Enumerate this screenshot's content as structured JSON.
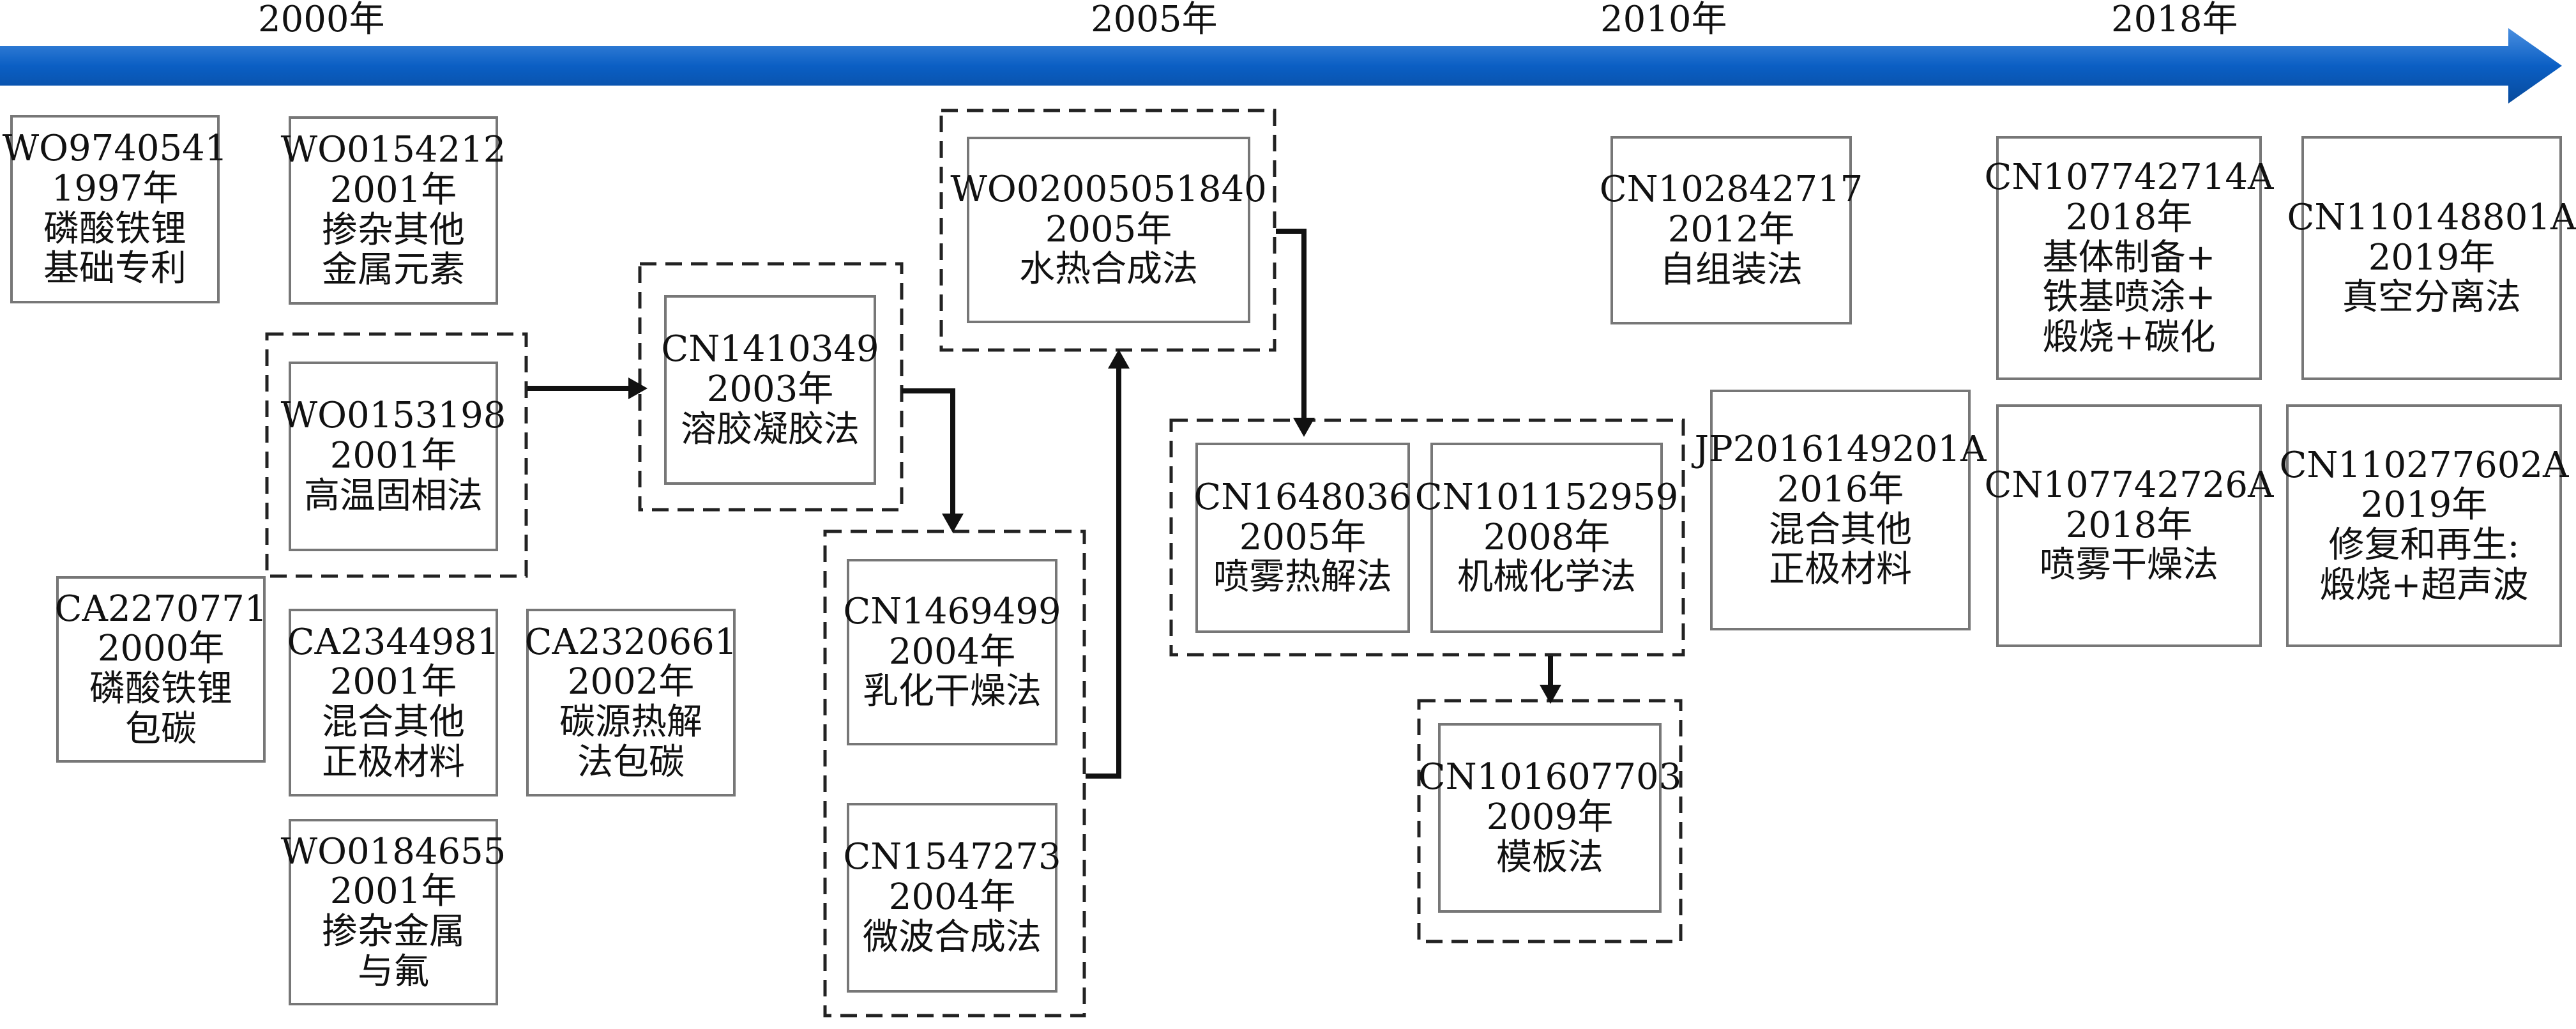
{
  "timeline": {
    "color": "#0b5fc4",
    "years": [
      "2000年",
      "2005年",
      "2010年",
      "2018年"
    ]
  },
  "patents": [
    {
      "id": "WO9740541",
      "year": "1997年",
      "desc": [
        "磷酸铁锂",
        "基础专利"
      ]
    },
    {
      "id": "WO0154212",
      "year": "2001年",
      "desc": [
        "掺杂其他",
        "金属元素"
      ]
    },
    {
      "id": "WO0153198",
      "year": "2001年",
      "desc": [
        "高温固相法"
      ]
    },
    {
      "id": "CA2270771",
      "year": "2000年",
      "desc": [
        "磷酸铁锂",
        "包碳"
      ]
    },
    {
      "id": "CA2344981",
      "year": "2001年",
      "desc": [
        "混合其他",
        "正极材料"
      ]
    },
    {
      "id": "CA2320661",
      "year": "2002年",
      "desc": [
        "碳源热解",
        "法包碳"
      ]
    },
    {
      "id": "WO0184655",
      "year": "2001年",
      "desc": [
        "掺杂金属",
        "与氟"
      ]
    },
    {
      "id": "CN1410349",
      "year": "2003年",
      "desc": [
        "溶胶凝胶法"
      ]
    },
    {
      "id": "CN1469499",
      "year": "2004年",
      "desc": [
        "乳化干燥法"
      ]
    },
    {
      "id": "CN1547273",
      "year": "2004年",
      "desc": [
        "微波合成法"
      ]
    },
    {
      "id": "WO02005051840",
      "year": "2005年",
      "desc": [
        "水热合成法"
      ]
    },
    {
      "id": "CN1648036",
      "year": "2005年",
      "desc": [
        "喷雾热解法"
      ]
    },
    {
      "id": "CN101152959",
      "year": "2008年",
      "desc": [
        "机械化学法"
      ]
    },
    {
      "id": "CN101607703",
      "year": "2009年",
      "desc": [
        "模板法"
      ]
    },
    {
      "id": "CN102842717",
      "year": "2012年",
      "desc": [
        "自组装法"
      ]
    },
    {
      "id": "JP2016149201A",
      "year": "2016年",
      "desc": [
        "混合其他",
        "正极材料"
      ]
    },
    {
      "id": "CN107742714A",
      "year": "2018年",
      "desc": [
        "基体制备+",
        "铁基喷涂+",
        "煅烧+碳化"
      ]
    },
    {
      "id": "CN107742726A",
      "year": "2018年",
      "desc": [
        "喷雾干燥法"
      ]
    },
    {
      "id": "CN110148801A",
      "year": "2019年",
      "desc": [
        "真空分离法"
      ]
    },
    {
      "id": "CN110277602A",
      "year": "2019年",
      "desc": [
        "修复和再生:",
        "煅烧+超声波"
      ]
    }
  ]
}
